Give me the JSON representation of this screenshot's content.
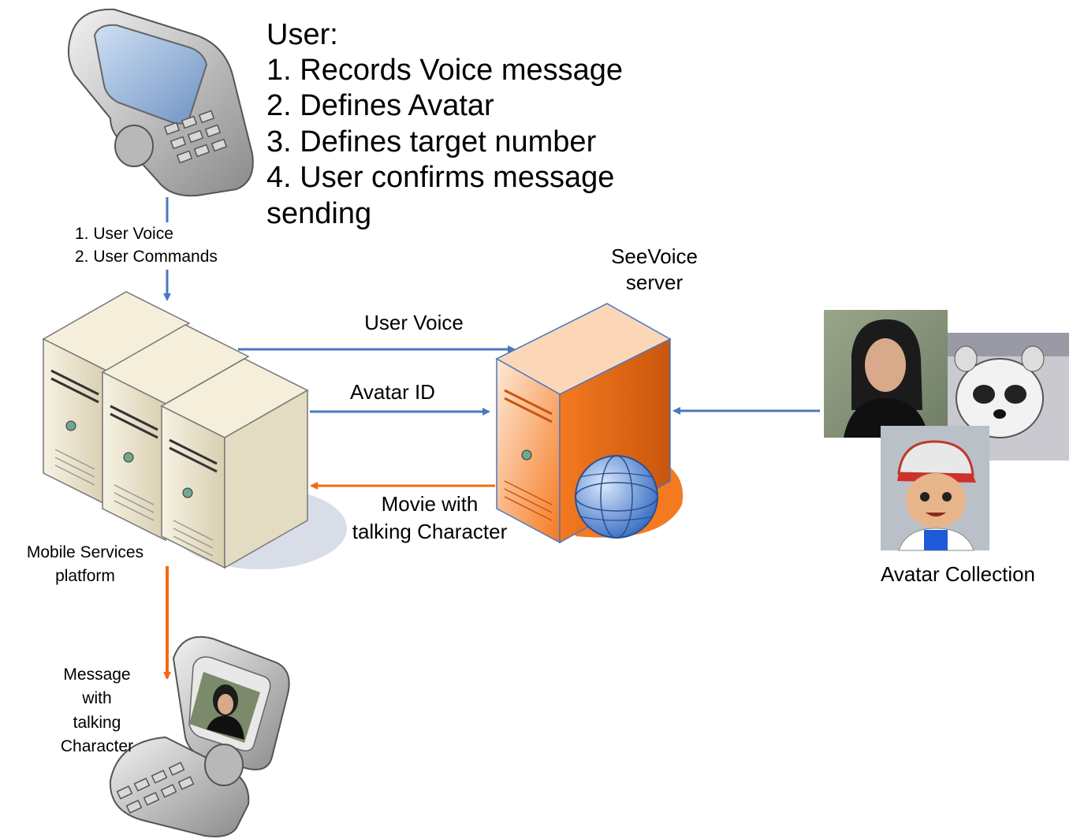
{
  "steps": {
    "heading": "User:",
    "items": [
      "1. Records Voice message",
      "2. Defines Avatar",
      "3. Defines target number",
      "4. User confirms message",
      "sending"
    ]
  },
  "link_phone_to_platform": {
    "line1": "1. User Voice",
    "line2": "2. User Commands"
  },
  "platform": {
    "line1": "Mobile Services",
    "line2": "platform"
  },
  "server": {
    "line1": "SeeVoice",
    "line2": "server"
  },
  "arrows": {
    "user_voice": "User Voice",
    "avatar_id": "Avatar ID",
    "movie_line1": "Movie with",
    "movie_line2": "talking Character"
  },
  "avatar_collection": {
    "label": "Avatar Collection"
  },
  "recipient": {
    "line1": "Message",
    "line2": "with",
    "line3": "talking",
    "line4": "Character"
  },
  "colors": {
    "blue_arrow": "#4a78c0",
    "orange_arrow": "#f26a10",
    "server_orange": "#f47a20",
    "platform_beige": "#ece3c8"
  }
}
